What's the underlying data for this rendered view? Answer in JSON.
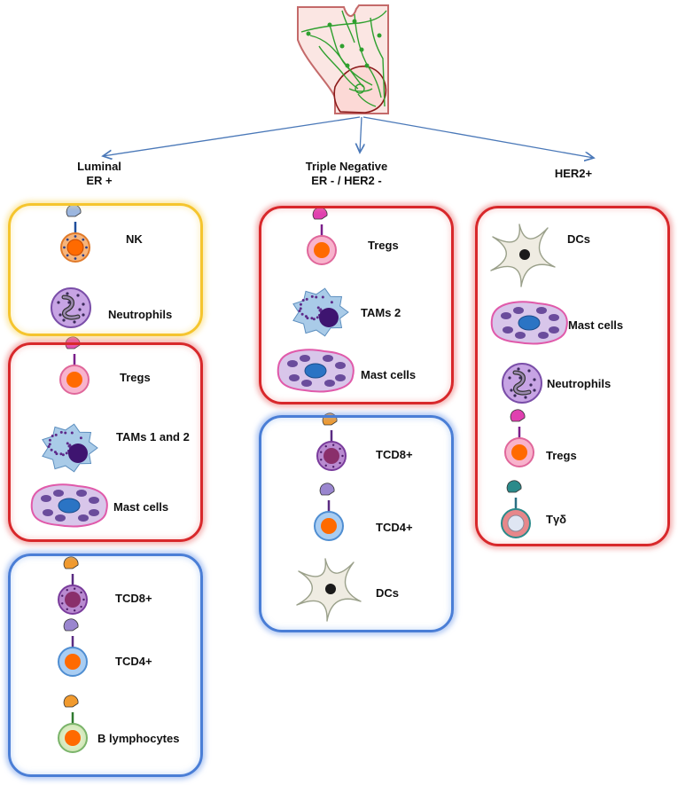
{
  "subtypes": {
    "luminal": {
      "line1": "Luminal",
      "line2": "ER +"
    },
    "triple_negative": {
      "line1": "Triple Negative",
      "line2": "ER - / HER2 -"
    },
    "her2": {
      "line1": "HER2+"
    }
  },
  "luminal": {
    "innate_box": {
      "border_color": "#f5c52e",
      "cells": [
        {
          "label": "NK",
          "icon": "nk-cell-icon"
        },
        {
          "label": "Neutrophils",
          "icon": "neutrophil-icon"
        }
      ]
    },
    "suppressive_box": {
      "border_color": "#d8282b",
      "cells": [
        {
          "label": "Tregs",
          "icon": "treg-cell-icon"
        },
        {
          "label": "TAMs 1 and 2",
          "icon": "tam-cell-icon"
        },
        {
          "label": "Mast cells",
          "icon": "mast-cell-icon"
        }
      ]
    },
    "adaptive_box": {
      "border_color": "#4a7ed6",
      "cells": [
        {
          "label": "TCD8+",
          "icon": "tcd8-cell-icon"
        },
        {
          "label": "TCD4+",
          "icon": "tcd4-cell-icon"
        },
        {
          "label": "B lymphocytes",
          "icon": "b-lymphocyte-icon"
        }
      ]
    }
  },
  "triple_negative": {
    "suppressive_box": {
      "border_color": "#d8282b",
      "cells": [
        {
          "label": "Tregs",
          "icon": "treg-cell-icon"
        },
        {
          "label": "TAMs 2",
          "icon": "tam-cell-icon"
        },
        {
          "label": "Mast cells",
          "icon": "mast-cell-icon"
        }
      ]
    },
    "adaptive_box": {
      "border_color": "#4a7ed6",
      "cells": [
        {
          "label": "TCD8+",
          "icon": "tcd8-cell-icon"
        },
        {
          "label": "TCD4+",
          "icon": "tcd4-cell-icon"
        },
        {
          "label": "DCs",
          "icon": "dendritic-cell-icon"
        }
      ]
    }
  },
  "her2": {
    "suppressive_box": {
      "border_color": "#d8282b",
      "cells": [
        {
          "label": "DCs",
          "icon": "dendritic-cell-icon"
        },
        {
          "label": "Mast cells",
          "icon": "mast-cell-icon"
        },
        {
          "label": "Neutrophils",
          "icon": "neutrophil-icon"
        },
        {
          "label": "Tregs",
          "icon": "treg-cell-icon"
        },
        {
          "label": "Tγδ",
          "icon": "gamma-delta-t-cell-icon"
        }
      ]
    }
  },
  "icons": {
    "breast": "breast-anatomy-icon",
    "arrows": "arrow-icon"
  },
  "colors": {
    "arrow": "#4a78b8",
    "lymph": "#2fa02f",
    "tissue_fill": "#fbe6e3",
    "tissue_stroke": "#c46a6a"
  }
}
